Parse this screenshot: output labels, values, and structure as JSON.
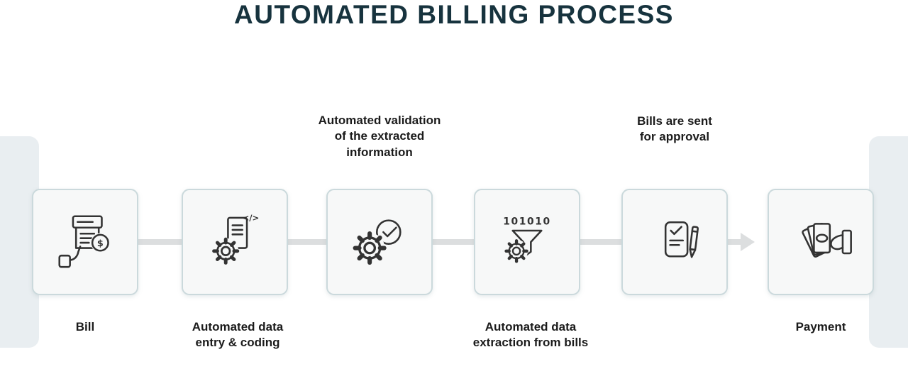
{
  "title": "AUTOMATED BILLING PROCESS",
  "colors": {
    "title": "#17333E",
    "label": "#1B1B1B",
    "card_bg": "#F7F8F8",
    "card_border": "#CBD9DC",
    "icon": "#333333",
    "connector": "#DCDEDF",
    "edge_panel": "#E9EEF1",
    "page_bg": "#FFFFFF"
  },
  "steps": [
    {
      "id": "bill",
      "label": "Bill",
      "label_position": "below",
      "icon": "bill-invoice-hand-icon",
      "icon_text": "$"
    },
    {
      "id": "data-entry",
      "label": "Automated data\nentry & coding",
      "label_position": "below",
      "icon": "gear-document-code-icon",
      "icon_text": "</>"
    },
    {
      "id": "validation",
      "label": "Automated validation\nof the extracted\ninformation",
      "label_position": "above",
      "icon": "gear-checkmark-icon"
    },
    {
      "id": "extraction",
      "label": "Automated data\nextraction from bills",
      "label_position": "below",
      "icon": "data-funnel-gear-icon",
      "icon_text": "101010"
    },
    {
      "id": "approval",
      "label": "Bills are sent\nfor approval",
      "label_position": "above",
      "icon": "approved-bill-pen-icon"
    },
    {
      "id": "payment",
      "label": "Payment",
      "label_position": "below",
      "icon": "hand-money-icon"
    }
  ]
}
